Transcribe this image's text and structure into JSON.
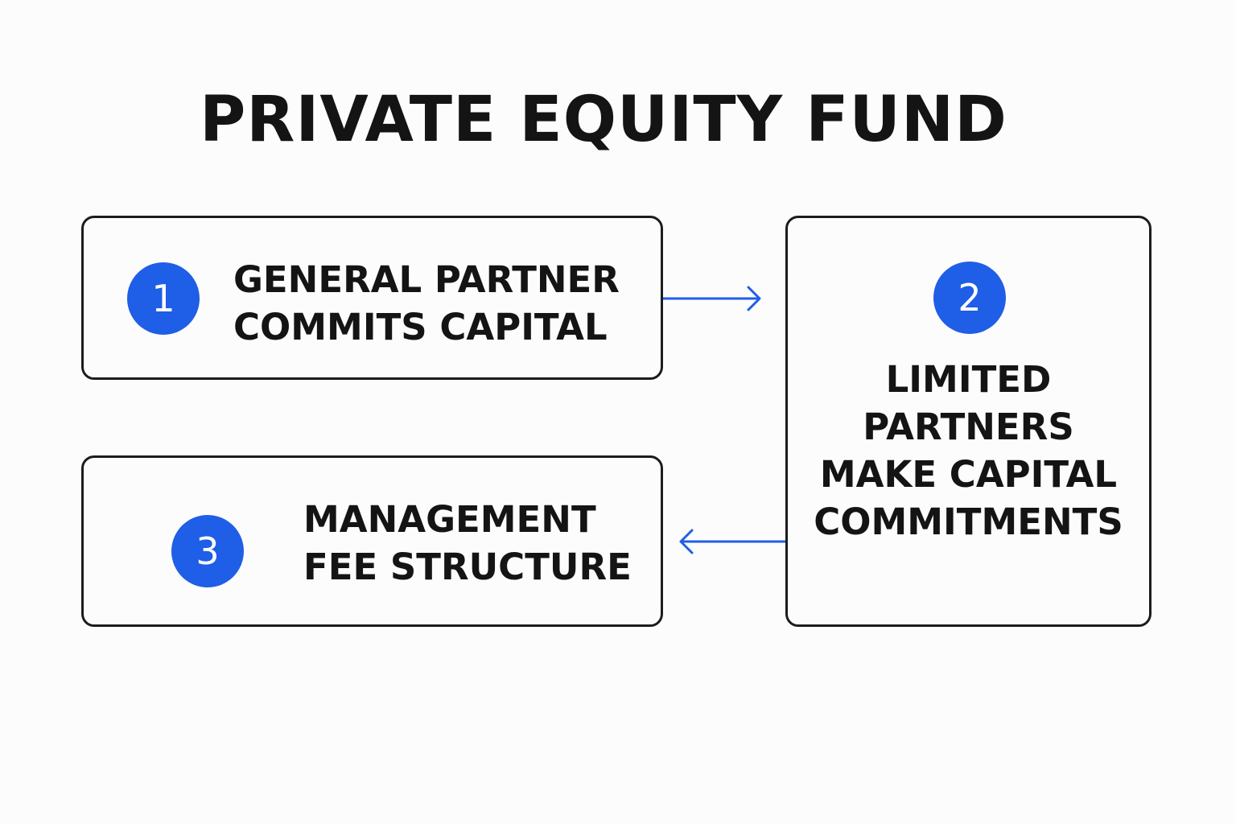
{
  "title": "PRIVATE EQUITY FUND",
  "accent_color": "#1f5ee6",
  "steps": [
    {
      "number": "1",
      "label": "GENERAL PARTNER\nCOMMITS CAPITAL"
    },
    {
      "number": "2",
      "label": "LIMITED\nPARTNERS\nMAKE CAPITAL\nCOMMITMENTS"
    },
    {
      "number": "3",
      "label": "MANAGEMENT\nFEE STRUCTURE"
    }
  ],
  "connectors": [
    {
      "from": "1",
      "to": "2",
      "icon": "arrow-right-icon"
    },
    {
      "from": "2",
      "to": "3",
      "icon": "arrow-left-icon"
    }
  ]
}
